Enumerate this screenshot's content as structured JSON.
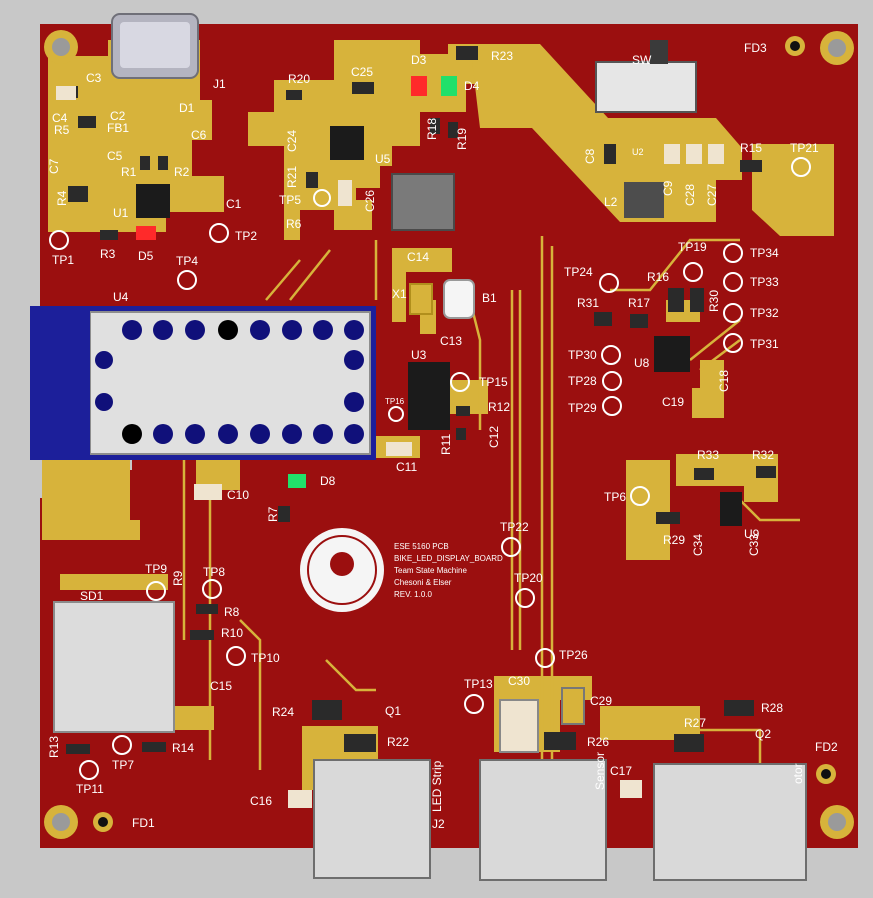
{
  "board": {
    "pcb_color": "#9b0f0f",
    "pad_color": "#d7b33b",
    "background": "#c8c8c8",
    "module_blue": "#1c1f9a"
  },
  "silkscreen_text": {
    "line1": "ESE 5160 PCB",
    "line2": "BIKE_LED_DISPLAY_BOARD",
    "line3": "Team State Machine",
    "line4": "Chesoni & Elser",
    "line5": "REV. 1.0.0"
  },
  "labels": {
    "J1": "J1",
    "C3": "C3",
    "D1": "D1",
    "C4": "C4",
    "C2": "C2",
    "FB1": "FB1",
    "R5": "R5",
    "C6": "C6",
    "C5": "C5",
    "C7": "C7",
    "R1": "R1",
    "R2": "R2",
    "R4": "R4",
    "U1": "U1",
    "C1": "C1",
    "R3": "R3",
    "D5": "D5",
    "TP1": "TP1",
    "TP2": "TP2",
    "TP4": "TP4",
    "U4": "U4",
    "R20": "R20",
    "C25": "C25",
    "D3": "D3",
    "D4": "D4",
    "R23": "R23",
    "SW": "SW",
    "C24": "C24",
    "R18": "R18",
    "R19": "R19",
    "U5": "U5",
    "R21": "R21",
    "TP5": "TP5",
    "R6": "R6",
    "C26": "C26",
    "FD3": "FD3",
    "C8": "C8",
    "U2": "U2",
    "R15": "R15",
    "TP21": "TP21",
    "C9": "C9",
    "C28": "C28",
    "C27": "C27",
    "L2": "L2",
    "C14": "C14",
    "X1": "X1",
    "B1": "B1",
    "C13": "C13",
    "U3": "U3",
    "TP15": "TP15",
    "TP16": "TP16",
    "R12": "R12",
    "R11": "R11",
    "C12": "C12",
    "C11": "C11",
    "TP24": "TP24",
    "TP19": "TP19",
    "TP34": "TP34",
    "R16": "R16",
    "TP33": "TP33",
    "R31": "R31",
    "R17": "R17",
    "R30": "R30",
    "TP32": "TP32",
    "TP31": "TP31",
    "TP30": "TP30",
    "U8": "U8",
    "TP28": "TP28",
    "C18": "C18",
    "C19": "C19",
    "TP29": "TP29",
    "R33": "R33",
    "R32": "R32",
    "TP6": "TP6",
    "R29": "R29",
    "C34": "C34",
    "U9": "U9",
    "C33": "C33",
    "D8": "D8",
    "R7": "R7",
    "C10": "C10",
    "TP22": "TP22",
    "TP20": "TP20",
    "TP9": "TP9",
    "R9": "R9",
    "TP8": "TP8",
    "SD1": "SD1",
    "R8": "R8",
    "R10": "R10",
    "TP10": "TP10",
    "C15": "C15",
    "TP26": "TP26",
    "TP13": "TP13",
    "C30": "C30",
    "C29": "C29",
    "R24": "R24",
    "Q1": "Q1",
    "R22": "R22",
    "R26": "R26",
    "R27": "R27",
    "R28": "R28",
    "Q2": "Q2",
    "FD2": "FD2",
    "R13": "R13",
    "R14": "R14",
    "TP7": "TP7",
    "TP11": "TP11",
    "C16": "C16",
    "LED_Strip": "LED Strip",
    "J2": "J2",
    "Sensor": "Sensor",
    "C17": "C17",
    "Motor": "otor",
    "FD1": "FD1"
  }
}
